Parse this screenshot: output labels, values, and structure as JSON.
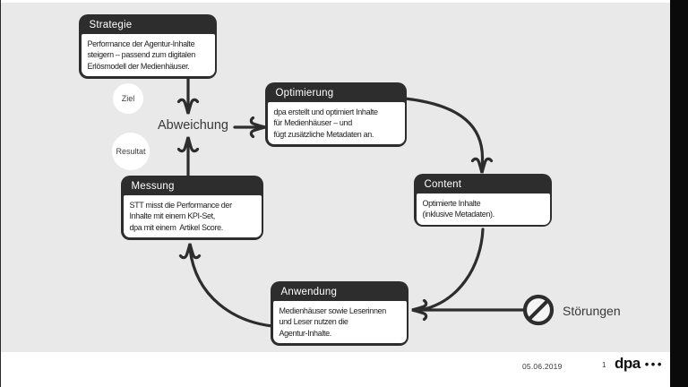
{
  "slide": {
    "boxes": {
      "strategie": {
        "title": "Strategie",
        "body": "Performance der Agentur-Inhalte\nsteigern – passend zum digitalen\nErlösmodell der Medienhäuser."
      },
      "optimierung": {
        "title": "Optimierung",
        "body": "dpa erstellt und optimiert Inhalte\nfür Medienhäuser – und\nfügt zusätzliche Metadaten an."
      },
      "content": {
        "title": "Content",
        "body": "Optimierte Inhalte\n(inklusive Metadaten)."
      },
      "anwendung": {
        "title": "Anwendung",
        "body": "Medienhäuser sowie Leserinnen\nund Leser nutzen die\nAgentur-Inhalte."
      },
      "messung": {
        "title": "Messung",
        "body": "STT misst die Performance der\nInhalte mit einem KPI-Set,\ndpa mit einem  Artikel Score."
      }
    },
    "labels": {
      "ziel": "Ziel",
      "resultat": "Resultat",
      "abweichung": "Abweichung",
      "stoerungen": "Störungen"
    },
    "colors": {
      "background": "#e9e9e9",
      "box_dark": "#2d2d2d",
      "box_body": "#ffffff",
      "arrow": "#2d2d2d",
      "right_bar": "#0a0a0a"
    }
  },
  "footer": {
    "date": "05.06.2019",
    "page": "1",
    "logo_text": "dpa",
    "logo_dots": "•••"
  }
}
